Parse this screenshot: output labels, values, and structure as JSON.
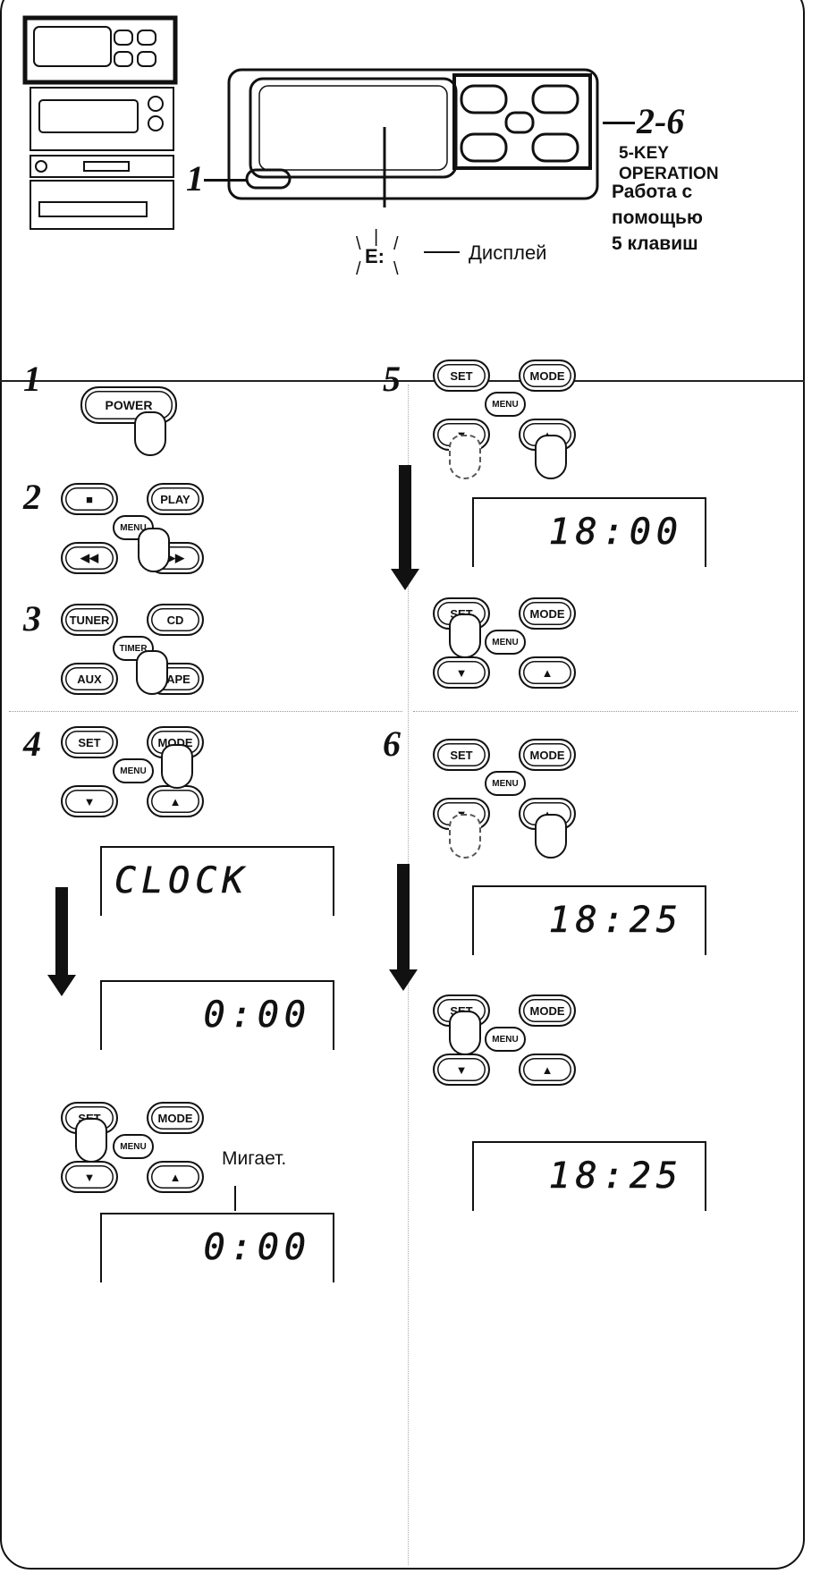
{
  "overview": {
    "step_ref_1": "1",
    "step_ref_range": "2-6",
    "five_key_en": "5-KEY\nOPERATION",
    "five_key_ru": "Работа с\nпомощью\n5 клавиш",
    "display_symbol": "E:",
    "display_label": "Дисплей"
  },
  "steps": {
    "s1": {
      "num": "1",
      "power": "POWER"
    },
    "s2": {
      "num": "2",
      "stop": "■",
      "play": "PLAY",
      "menu": "MENU",
      "rew": "◀◀",
      "ff": "▶▶"
    },
    "s3": {
      "num": "3",
      "tuner": "TUNER",
      "cd": "CD",
      "timer": "TIMER",
      "aux": "AUX",
      "tape": "TAPE"
    },
    "s4": {
      "num": "4",
      "set": "SET",
      "mode": "MODE",
      "menu": "MENU",
      "down": "▼",
      "up": "▲",
      "lcd1": "CLOCK",
      "lcd2": "0:00",
      "blink_label": "Мигает.",
      "lcd3": "0:00"
    },
    "s5": {
      "num": "5",
      "set": "SET",
      "mode": "MODE",
      "menu": "MENU",
      "down": "▼",
      "up": "▲",
      "lcd": "18:00"
    },
    "s6": {
      "num": "6",
      "set": "SET",
      "mode": "MODE",
      "menu": "MENU",
      "down": "▼",
      "up": "▲",
      "lcd1": "18:25",
      "lcd2": "18:25"
    }
  }
}
